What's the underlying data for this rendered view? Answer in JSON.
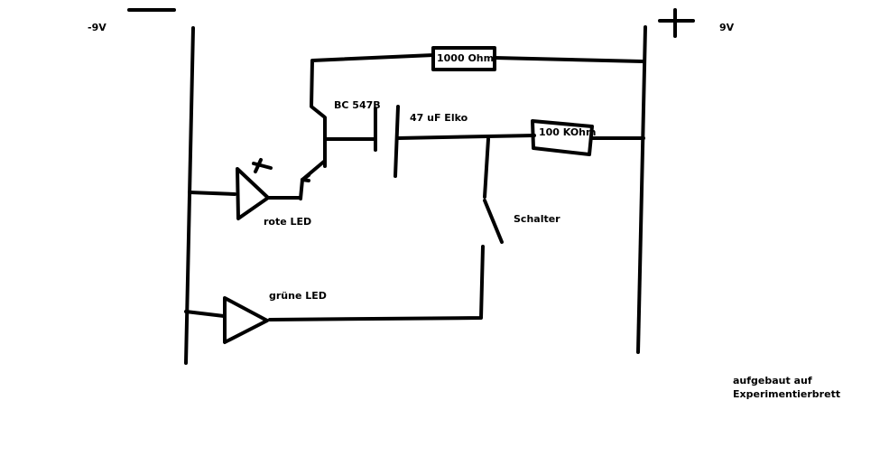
{
  "labels": {
    "neg_voltage": "-9V",
    "pos_voltage": "9V",
    "resistor_1": "1000 Ohm",
    "resistor_2": "100 KOhm",
    "transistor": "BC 547B",
    "capacitor": "47 uF Elko",
    "switch": "Schalter",
    "red_led": "rote LED",
    "green_led": "grüne LED",
    "note_line1": "aufgebaut auf",
    "note_line2": "Experimentierbrett"
  },
  "colors": {
    "ink": "#000000",
    "background": "#ffffff"
  }
}
